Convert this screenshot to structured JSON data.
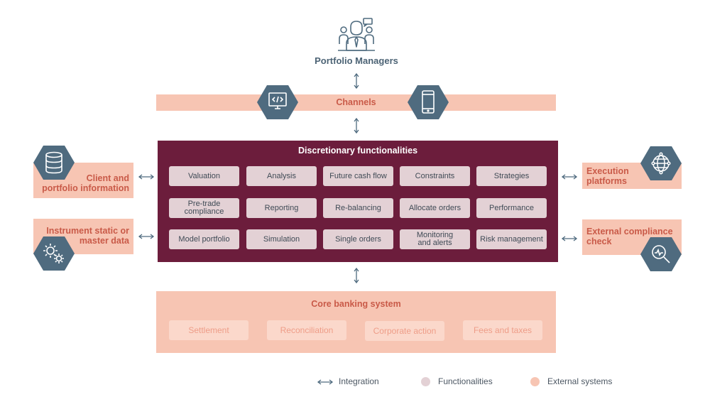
{
  "portfolio_managers": {
    "label": "Portfolio Managers",
    "icon": "portfolio-managers-icon"
  },
  "channels": {
    "label": "Channels",
    "icons": [
      "code-monitor-icon",
      "smartphone-icon"
    ]
  },
  "discretionary": {
    "title": "Discretionary functionalities",
    "items": [
      "Valuation",
      "Analysis",
      "Future cash flow",
      "Constraints",
      "Strategies",
      "Pre-trade\ncompliance",
      "Reporting",
      "Re-balancing",
      "Allocate orders",
      "Performance",
      "Model portfolio",
      "Simulation",
      "Single orders",
      "Monitoring\nand alerts",
      "Risk management"
    ]
  },
  "left_systems": [
    {
      "label": "Client and\nportfolio information",
      "icon": "database-icon"
    },
    {
      "label": "Instrument static or\nmaster data",
      "icon": "gears-icon"
    }
  ],
  "right_systems": [
    {
      "label": "Execution\nplatforms",
      "icon": "network-globe-icon"
    },
    {
      "label": "External compliance\ncheck",
      "icon": "magnify-chart-icon"
    }
  ],
  "core_banking": {
    "title": "Core banking system",
    "items": [
      "Settlement",
      "Reconciliation",
      "Corporate action",
      "Fees and taxes"
    ]
  },
  "legend": {
    "integration": "Integration",
    "functionalities": "Functionalities",
    "external": "External systems"
  },
  "colors": {
    "maroon": "#6c1d3c",
    "salmon": "#f7c5b3",
    "hex_blue": "#4f6b7f",
    "accent_red": "#c95a48",
    "func_box": "#e3d1d5",
    "legend_func": "#e3d1d5",
    "legend_ext": "#f7c5b3"
  }
}
